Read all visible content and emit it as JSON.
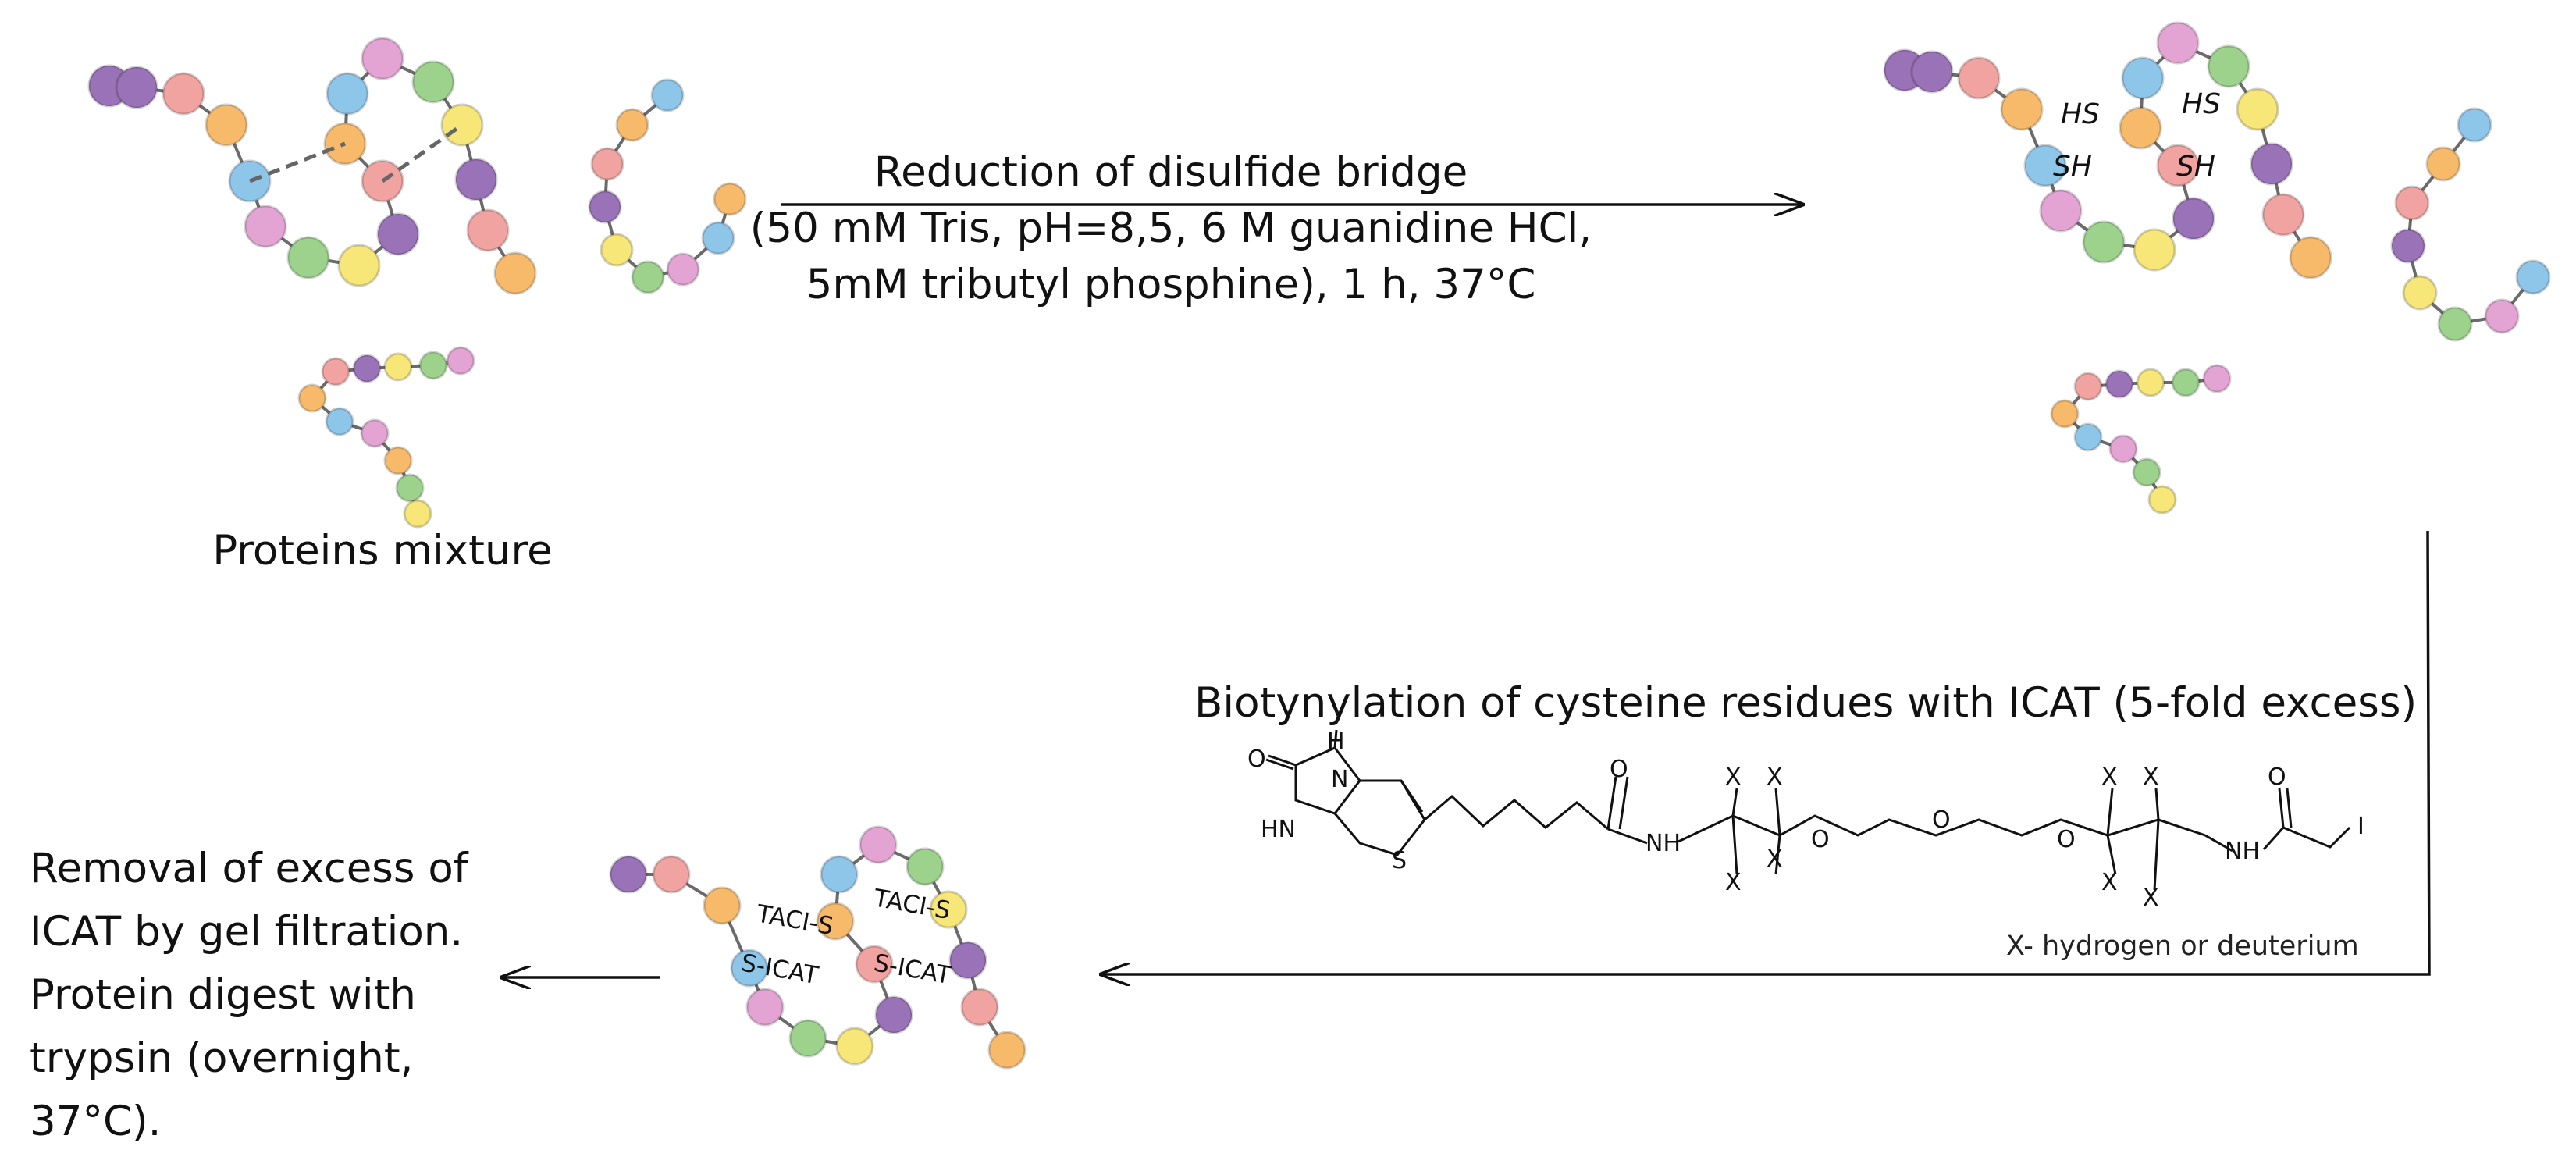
{
  "steps": {
    "reduction": {
      "lines": [
        "Reduction of disulfide bridge",
        "(50 mM Tris, pH=8,5, 6 M guanidine HCl,",
        "5mM tributyl phosphine), 1 h, 37°C"
      ]
    },
    "biotinylation": {
      "text": "Biotynylation of cysteine residues with ICAT (5-fold excess)"
    },
    "removal": {
      "lines": [
        "Removal of excess of",
        "ICAT by gel filtration.",
        "Protein digest with",
        "trypsin (overnight,",
        "37°C)."
      ]
    }
  },
  "labels": {
    "proteins_mixture": "Proteins mixture",
    "x_note": "X- hydrogen or deuterium",
    "thiol_labels": [
      "HS",
      "HS",
      "SH",
      "SH"
    ],
    "icat_labels": [
      "TACI-S",
      "TACI-S",
      "S-ICAT",
      "S-ICAT"
    ]
  },
  "structure_atoms": [
    "O",
    "H",
    "N",
    "HN",
    "S",
    "O",
    "NH",
    "X",
    "X",
    "X",
    "X",
    "O",
    "O",
    "O",
    "X",
    "X",
    "X",
    "X",
    "NH",
    "O",
    "I"
  ],
  "colors": {
    "bead_blue": "#8ec6ea",
    "bead_orange": "#f7b96a",
    "bead_pink": "#f0a3a0",
    "bead_purple": "#9a72b8",
    "bead_green": "#9cd28c",
    "bead_yellow": "#f7e678",
    "bead_magenta": "#e3a4d4",
    "ink": "#111111"
  }
}
